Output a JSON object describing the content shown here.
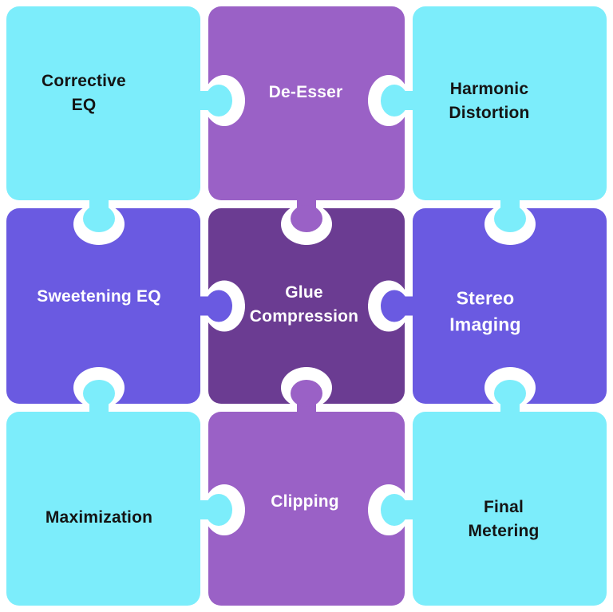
{
  "diagram": {
    "type": "jigsaw-puzzle-grid",
    "rows": 3,
    "cols": 3,
    "background": "#ffffff",
    "outline_color": "#ffffff"
  },
  "colors": {
    "cyan": "#7cedfb",
    "medium_purple": "#9a61c6",
    "dark_purple": "#6b3c92",
    "violet": "#6a5ae1",
    "outline_white": "#ffffff",
    "text_dark": "#141414",
    "text_light": "#ffffff"
  },
  "pieces": [
    {
      "id": "corrective-eq",
      "label": "Corrective EQ",
      "lines": [
        "Corrective",
        "EQ"
      ],
      "row": 0,
      "col": 0,
      "fill": "cyan",
      "text": "dark",
      "tabs": [
        "right",
        "bottom"
      ],
      "sockets": []
    },
    {
      "id": "de-esser",
      "label": "De-Esser",
      "lines": [
        "De-Esser"
      ],
      "row": 0,
      "col": 1,
      "fill": "medium_purple",
      "text": "light",
      "tabs": [
        "bottom"
      ],
      "sockets": [
        "left",
        "right"
      ]
    },
    {
      "id": "harmonic-distortion",
      "label": "Harmonic Distortion",
      "lines": [
        "Harmonic",
        "Distortion"
      ],
      "row": 0,
      "col": 2,
      "fill": "cyan",
      "text": "dark",
      "tabs": [
        "left",
        "bottom"
      ],
      "sockets": []
    },
    {
      "id": "sweetening-eq",
      "label": "Sweetening EQ",
      "lines": [
        "Sweetening EQ"
      ],
      "row": 1,
      "col": 0,
      "fill": "violet",
      "text": "light",
      "tabs": [
        "right"
      ],
      "sockets": [
        "top",
        "bottom"
      ]
    },
    {
      "id": "glue-compression",
      "label": "Glue Compression",
      "lines": [
        "Glue",
        "Compression"
      ],
      "row": 1,
      "col": 1,
      "fill": "dark_purple",
      "text": "light",
      "tabs": [],
      "sockets": [
        "top",
        "right",
        "bottom",
        "left"
      ]
    },
    {
      "id": "stereo-imaging",
      "label": "Stereo Imaging",
      "lines": [
        "Stereo",
        "Imaging"
      ],
      "row": 1,
      "col": 2,
      "fill": "violet",
      "text": "light",
      "tabs": [
        "left"
      ],
      "sockets": [
        "top",
        "bottom"
      ]
    },
    {
      "id": "maximization",
      "label": "Maximization",
      "lines": [
        "Maximization"
      ],
      "row": 2,
      "col": 0,
      "fill": "cyan",
      "text": "dark",
      "tabs": [
        "top",
        "right"
      ],
      "sockets": []
    },
    {
      "id": "clipping",
      "label": "Clipping",
      "lines": [
        "Clipping"
      ],
      "row": 2,
      "col": 1,
      "fill": "medium_purple",
      "text": "light",
      "tabs": [
        "top"
      ],
      "sockets": [
        "left",
        "right"
      ]
    },
    {
      "id": "final-metering",
      "label": "Final Metering",
      "lines": [
        "Final",
        "Metering"
      ],
      "row": 2,
      "col": 2,
      "fill": "cyan",
      "text": "dark",
      "tabs": [
        "top",
        "left"
      ],
      "sockets": []
    }
  ]
}
